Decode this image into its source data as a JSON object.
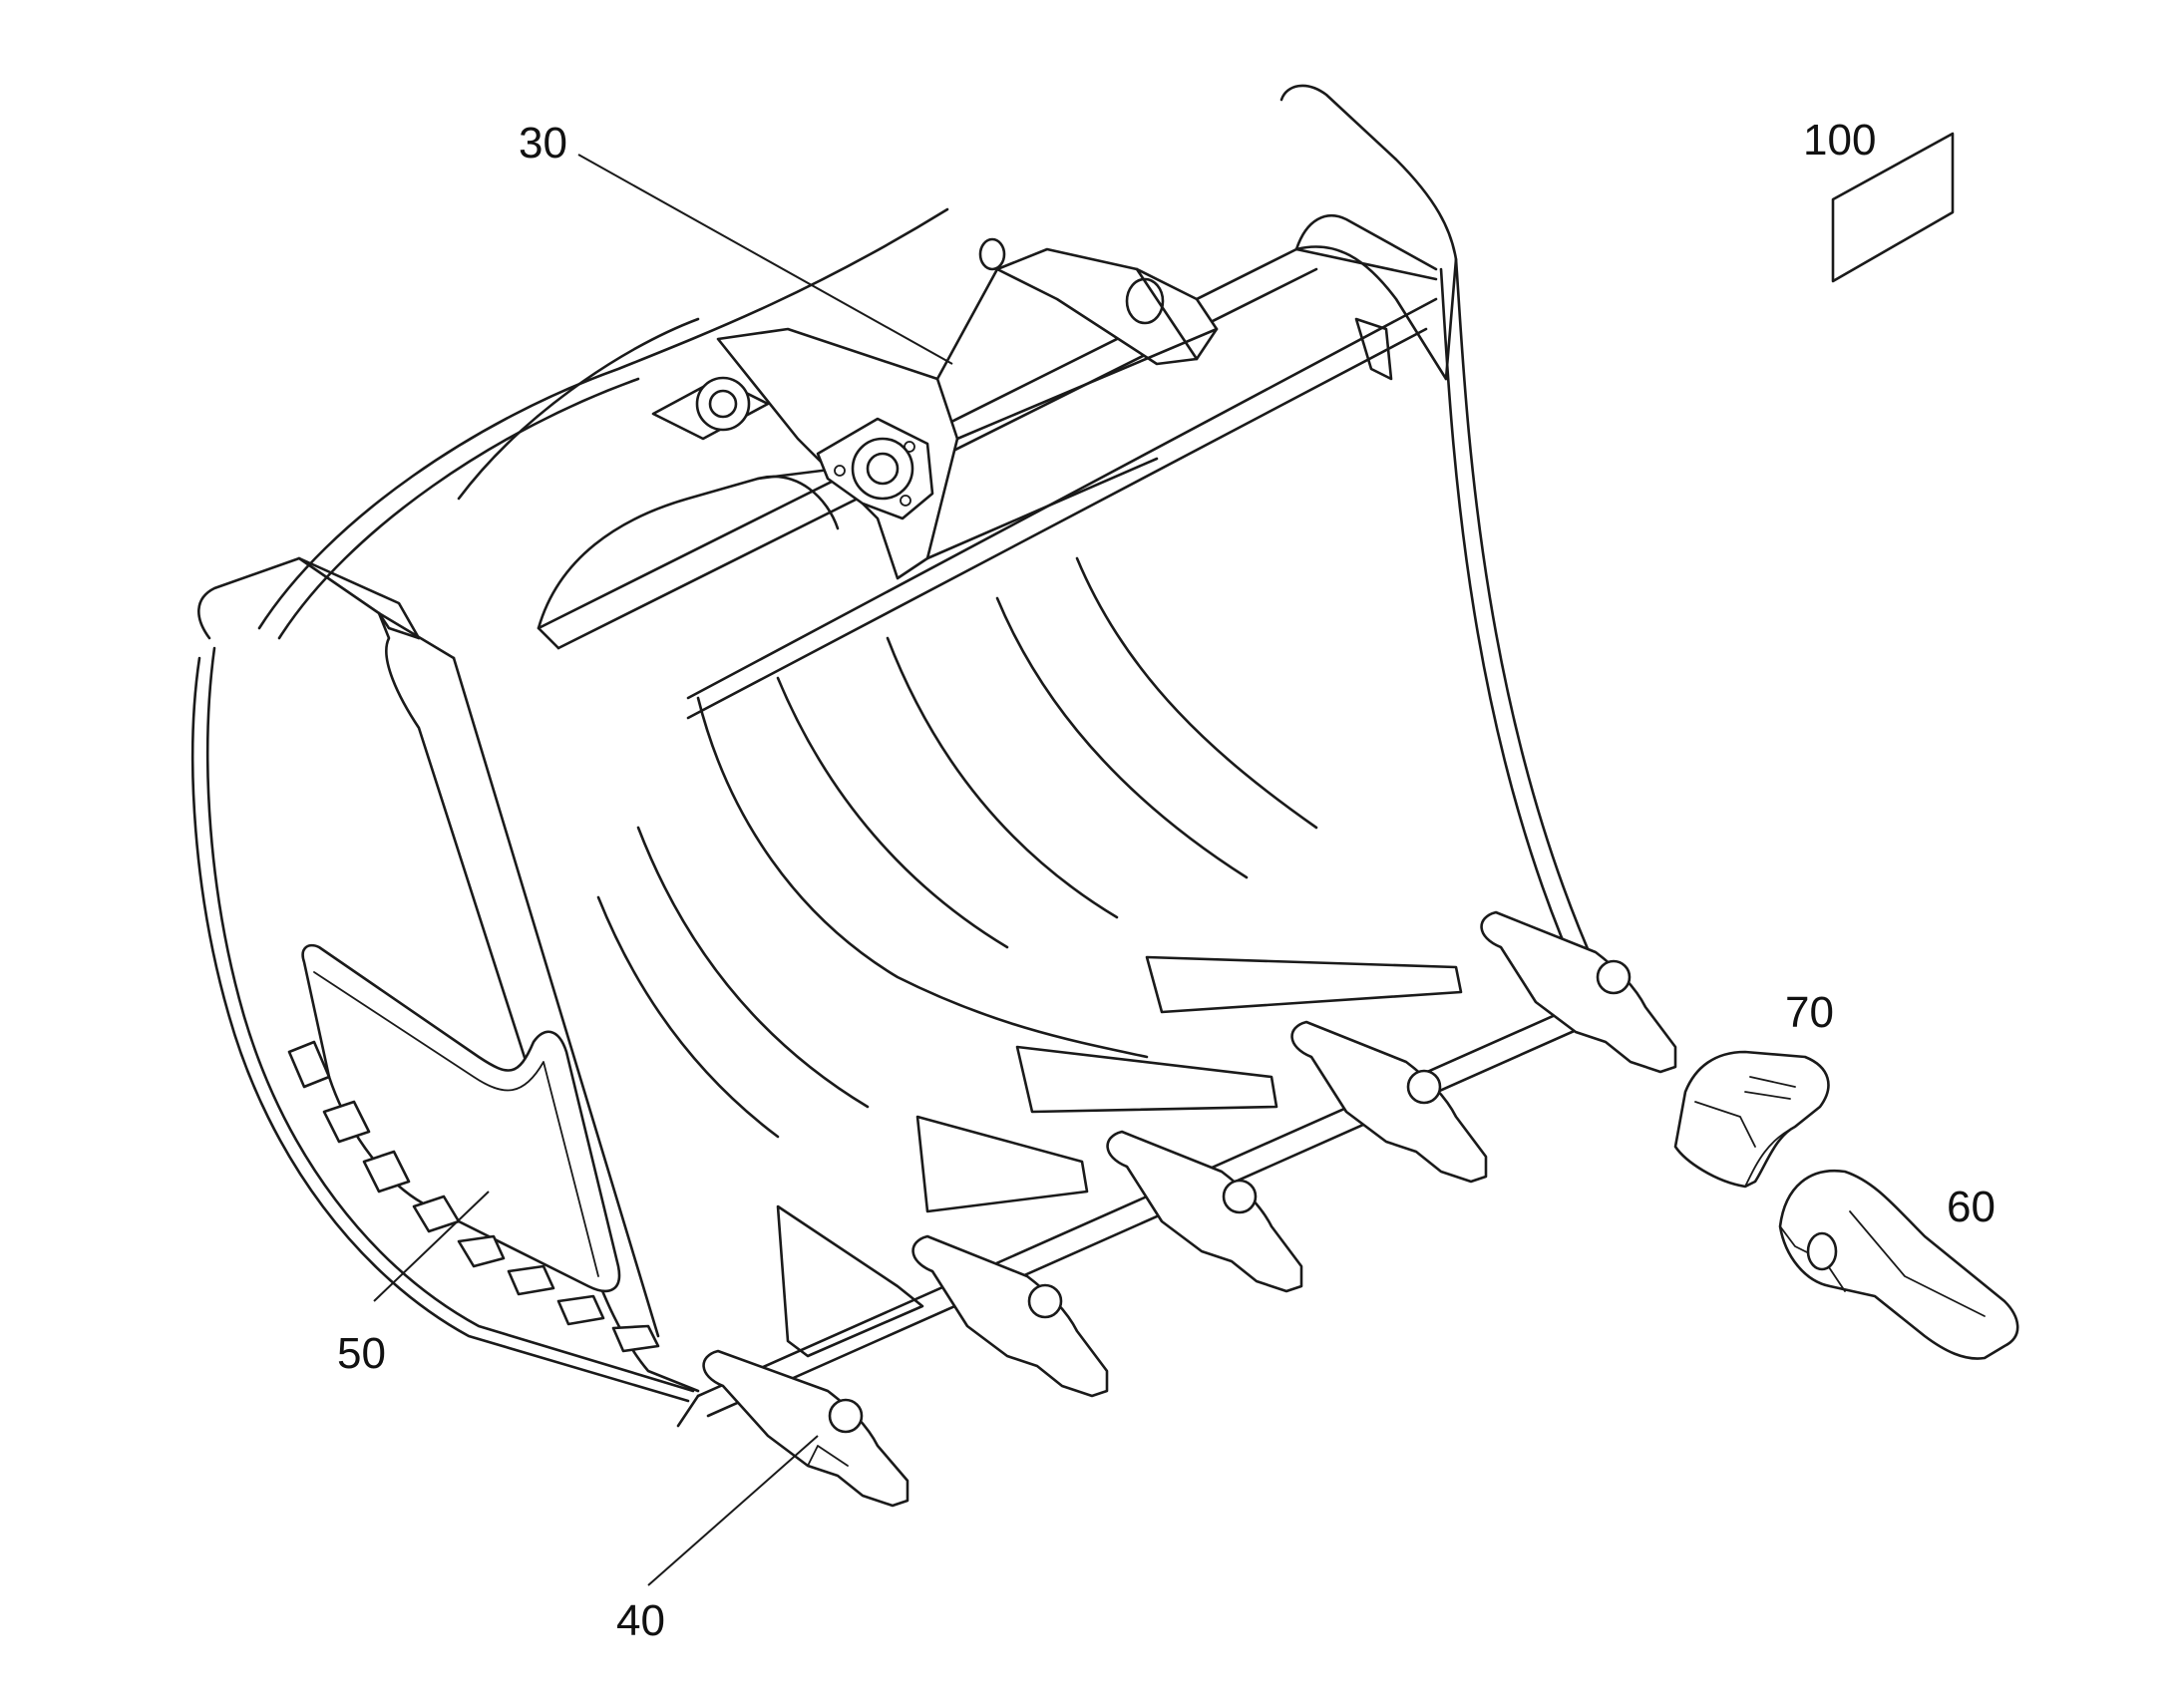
{
  "figure": {
    "labels": {
      "part_30": "30",
      "part_40": "40",
      "part_50": "50",
      "part_60": "60",
      "part_70": "70",
      "part_100": "100"
    }
  }
}
